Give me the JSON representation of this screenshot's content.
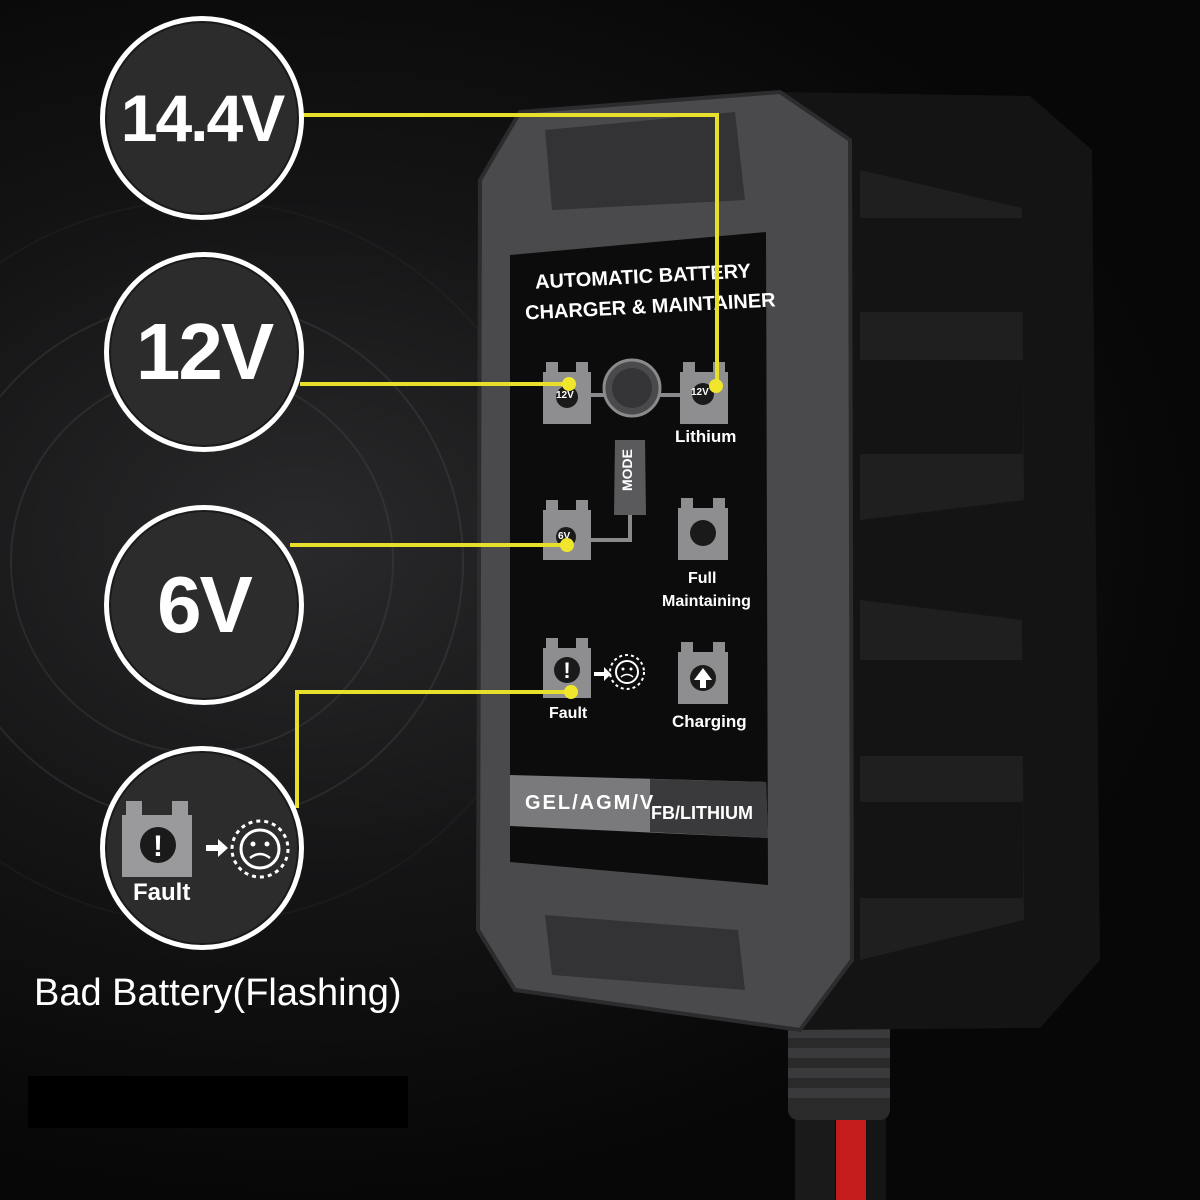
{
  "callouts": {
    "v144": "14.4V",
    "v12": "12V",
    "v6": "6V",
    "fault_label": "Fault",
    "fault_caption": "Bad Battery(Flashing)"
  },
  "panel": {
    "title_line1": "AUTOMATIC BATTERY",
    "title_line2": "CHARGER & MAINTAINER",
    "mode_label": "MODE",
    "ind_12v": "12V",
    "ind_12v_lithium": "12V",
    "lithium_label": "Lithium",
    "ind_6v": "6V",
    "full_label_1": "Full",
    "full_label_2": "Maintaining",
    "fault_label": "Fault",
    "charging_label": "Charging",
    "battery_types_a": "GEL/AGM/V",
    "battery_types_b": "FB/LITHIUM"
  },
  "colors": {
    "accent_wire": "#e8df2a",
    "cable_red": "#c41c1c",
    "panel_black": "#0c0c0c",
    "body_gray": "#4a4a4c"
  },
  "icons": [
    "battery-icon",
    "mode-button-icon",
    "exclamation-icon",
    "arrow-right-icon",
    "sad-sun-icon",
    "arrow-up-icon"
  ]
}
